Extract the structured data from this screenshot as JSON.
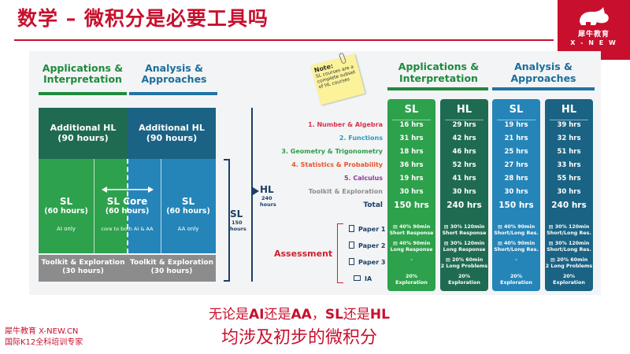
{
  "slide": {
    "title": "数学 – 微积分是必要工具吗",
    "logo": {
      "name_cn": "犀牛教育",
      "name_en": "X - N E W"
    },
    "footer": {
      "line1": "犀牛教育 X-NEW.CN",
      "line2": "国际K12全科培训专家"
    },
    "conclusion": {
      "line1_prefix": "无论是",
      "line1_ai": "AI",
      "line1_mid1": "还是",
      "line1_aa": "AA",
      "line1_mid2": "，",
      "line1_sl": "SL",
      "line1_mid3": "还是",
      "line1_hl": "HL",
      "line2": "均涉及初步的微积分"
    }
  },
  "diagram": {
    "ai_header": [
      "Applications &",
      "Interpretation"
    ],
    "aa_header": [
      "Analysis &",
      "Approaches"
    ],
    "ai_hl": {
      "title": "Additional HL",
      "hours": "(90 hours)"
    },
    "aa_hl": {
      "title": "Additional HL",
      "hours": "(90 hours)"
    },
    "ai_sl": {
      "title": "SL",
      "hours": "(60 hours)",
      "note": "AI only"
    },
    "aa_sl": {
      "title": "SL",
      "hours": "(60 hours)",
      "note": "AA only"
    },
    "core": {
      "title": "SL Core",
      "hours": "(60 hours)",
      "note": "core to both AI & AA"
    },
    "toolkit_ai": {
      "title": "Toolkit & Exploration",
      "hours": "(30 hours)"
    },
    "toolkit_aa": {
      "title": "Toolkit & Exploration",
      "hours": "(30 hours)"
    },
    "sl_bracket": {
      "label": "SL",
      "hours": "150",
      "unit": "hours"
    },
    "hl_bracket": {
      "label": "HL",
      "hours": "240",
      "unit": "hours"
    }
  },
  "note": {
    "title": "Note:",
    "text": "SL courses are a complete subset of HL courses"
  },
  "table": {
    "ai_header": [
      "Applications &",
      "Interpretation"
    ],
    "aa_header": [
      "Analysis &",
      "Approaches"
    ],
    "columns": [
      "SL",
      "HL",
      "SL",
      "HL"
    ],
    "topics": [
      {
        "label": "1. Number & Algebra",
        "color": "#d6334e"
      },
      {
        "label": "2. Functions",
        "color": "#1f9fc4"
      },
      {
        "label": "3. Geometry & Trigonometry",
        "color": "#2c9e49"
      },
      {
        "label": "4. Statistics & Probability",
        "color": "#e8542e"
      },
      {
        "label": "5. Calculus",
        "color": "#8d3a96"
      },
      {
        "label": "Toolkit & Exploration",
        "color": "#8c8c8c"
      },
      {
        "label": "Total",
        "color": "#1c3f66"
      }
    ],
    "hours": [
      [
        "16 hrs",
        "29 hrs",
        "19 hrs",
        "39 hrs"
      ],
      [
        "31 hrs",
        "42 hrs",
        "21 hrs",
        "32 hrs"
      ],
      [
        "18 hrs",
        "46 hrs",
        "25 hrs",
        "51 hrs"
      ],
      [
        "36 hrs",
        "52 hrs",
        "27 hrs",
        "33 hrs"
      ],
      [
        "19 hrs",
        "41 hrs",
        "28 hrs",
        "55 hrs"
      ],
      [
        "30 hrs",
        "30 hrs",
        "30 hrs",
        "30 hrs"
      ],
      [
        "150 hrs",
        "240 hrs",
        "150 hrs",
        "240 hrs"
      ]
    ],
    "assessment_label": "Assessment",
    "papers": [
      "Paper 1",
      "Paper 2",
      "Paper 3",
      "IA"
    ],
    "assessment": [
      [
        [
          "▤ 40% 90min",
          "Short Response"
        ],
        [
          "▤ 30% 120min",
          "Short Response"
        ],
        [
          "▤ 40% 90min",
          "Short/Long Res."
        ],
        [
          "▤ 30% 120min",
          "Short/Long Res."
        ]
      ],
      [
        [
          "▤ 40% 90min",
          "Long Response"
        ],
        [
          "▤ 30% 120min",
          "Long Response"
        ],
        [
          "▤ 40% 90min",
          "Short/Long Res."
        ],
        [
          "▤ 30% 120min",
          "Short/Long Res."
        ]
      ],
      [
        [
          "-",
          ""
        ],
        [
          "▤ 20% 60min",
          "2 Long Problems"
        ],
        [
          "-",
          ""
        ],
        [
          "▤ 20% 60min",
          "2 Long Problems"
        ]
      ],
      [
        [
          "20%",
          "Exploration"
        ],
        [
          "20%",
          "Exploration"
        ],
        [
          "20%",
          "Exploration"
        ],
        [
          "20%",
          "Exploration"
        ]
      ]
    ],
    "column_colors": [
      "#2da14b",
      "#1f6b52",
      "#2585b8",
      "#1a6384"
    ]
  }
}
